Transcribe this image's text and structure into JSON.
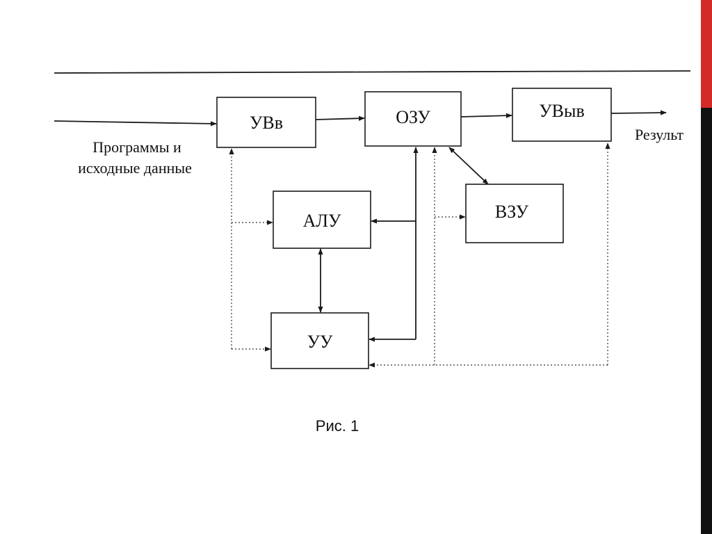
{
  "blocks": {
    "uvv": "УВв",
    "ozu": "ОЗУ",
    "uvyv": "УВыв",
    "alu": "АЛУ",
    "vzu": "ВЗУ",
    "uu": "УУ"
  },
  "labels": {
    "input_line1": "Программы и",
    "input_line2": "исходные данные",
    "output": "Результ"
  },
  "caption": "Рис. 1",
  "colors": {
    "accent_red": "#d42a27",
    "accent_dark": "#111111"
  }
}
